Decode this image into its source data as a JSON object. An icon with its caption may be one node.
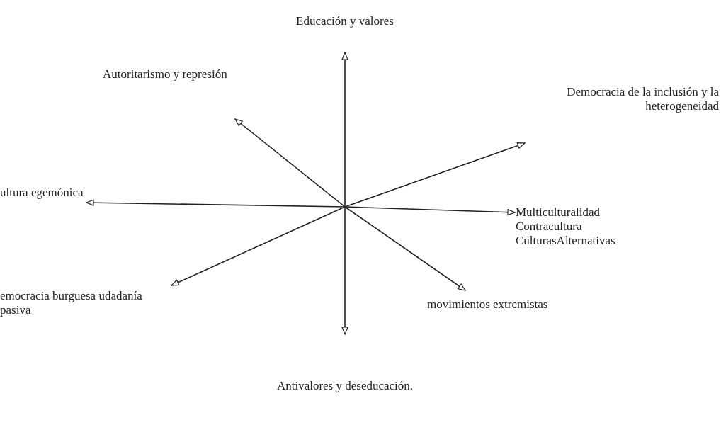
{
  "diagram": {
    "nodes": [
      {
        "text": [
          "Educación y valores"
        ]
      },
      {
        "text": [
          "Autoritarismo y represión"
        ]
      },
      {
        "text": [
          "Democracia de la inclusión y la heterogeneidad"
        ]
      },
      {
        "text": [
          "ultura egemónica"
        ]
      },
      {
        "text": [
          "Multiculturalidad Contracultura CulturasAlternativas"
        ]
      },
      {
        "text": [
          "emocracia burguesa udadanía pasiva"
        ]
      },
      {
        "text": [
          "movimientos extremistas"
        ]
      },
      {
        "text": [
          "Antivalores y deseducación."
        ]
      }
    ],
    "edges": [
      {
        "from": null,
        "to": 0,
        "arrow": "to"
      },
      {
        "from": null,
        "to": 1,
        "arrow": "to"
      },
      {
        "from": null,
        "to": 2,
        "arrow": "to"
      },
      {
        "from": null,
        "to": 3,
        "arrow": "to"
      },
      {
        "from": null,
        "to": 4,
        "arrow": "to"
      },
      {
        "from": null,
        "to": 5,
        "arrow": "to"
      },
      {
        "from": null,
        "to": 6,
        "arrow": "to"
      },
      {
        "from": null,
        "to": 7,
        "arrow": "to"
      }
    ]
  }
}
